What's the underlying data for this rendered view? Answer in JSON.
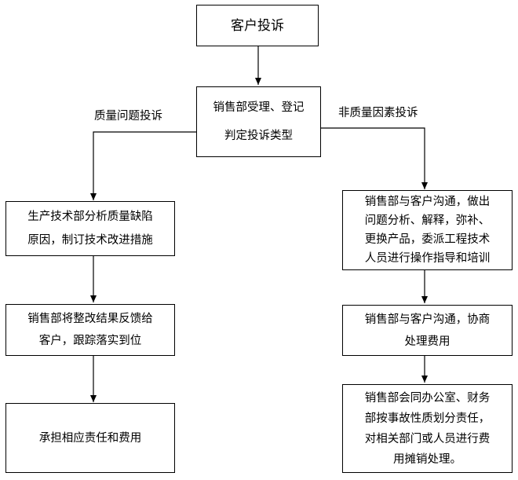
{
  "nodes": {
    "complaint": "客户投诉",
    "sales_receive": [
      "销售部受理、登记",
      "判定投诉类型"
    ],
    "prod_analysis": [
      "生产技术部分析质量缺陷",
      "原因，制订技术改进措施"
    ],
    "sales_feedback": [
      "销售部将整改结果反馈给",
      "客户，跟踪落实到位"
    ],
    "bear_cost": "承担相应责任和费用",
    "sales_communicate": [
      "销售部与客户沟通，做出",
      "问题分析、解释，弥补、",
      "更换产品，委派工程技术",
      "人员进行操作指导和培训"
    ],
    "sales_negotiate": [
      "销售部与客户沟通，协商",
      "处理费用"
    ],
    "sales_office": [
      "销售部会同办公室、财务",
      "部按事故性质划分责任，",
      "对相关部门或人员进行费",
      "用摊销处理。"
    ]
  },
  "edges": {
    "quality_label": "质量问题投诉",
    "non_quality_label": "非质量因素投诉"
  }
}
